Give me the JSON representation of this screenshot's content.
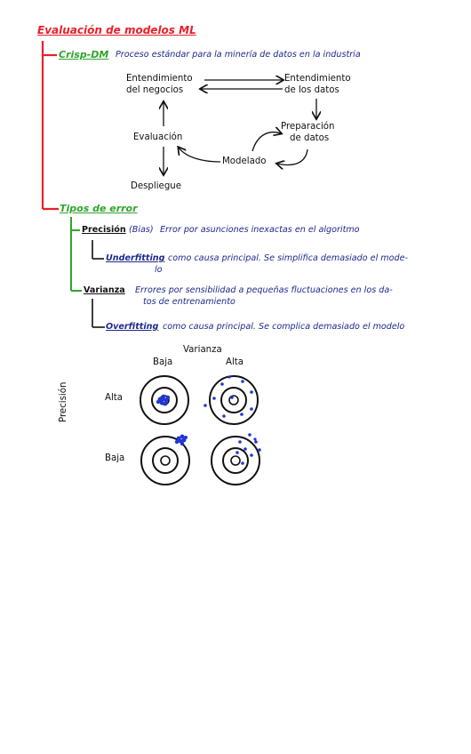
{
  "title": "Evaluación de modelos ML",
  "crisp": {
    "label": "Crisp-DM",
    "description": "Proceso estándar para la minería de datos en la industria",
    "diagram": {
      "business": [
        "Entendimiento",
        "del negocios"
      ],
      "data": [
        "Entendimiento",
        "de los datos"
      ],
      "preparation": [
        "Preparación",
        "de datos"
      ],
      "modeling": "Modelado",
      "evaluation": "Evaluación",
      "deployment": "Despliegue"
    }
  },
  "error_types": {
    "label": "Tipos de error",
    "bias": {
      "term": "Precisión",
      "paren": "(Bias)",
      "description": "Error por asunciones inexactas en el algoritmo",
      "underfit_term": "Underfitting",
      "underfit_description_line1": "como causa principal. Se simplifica demasiado el mode-",
      "underfit_description_line2": "lo"
    },
    "variance": {
      "term": "Varianza",
      "description_line1": "Errores por sensibilidad a pequeñas fluctuaciones en los da-",
      "description_line2": "tos de entrenamiento",
      "overfit_term": "Overfitting",
      "overfit_description": "como causa principal. Se complica demasiado el modelo"
    }
  },
  "targets": {
    "col_axis_label": "Varianza",
    "row_axis_label": "Precisión",
    "col_low": "Baja",
    "col_high": "Alta",
    "row_high": "Alta",
    "row_low": "Baja"
  },
  "colors": {
    "title": "#e8202a",
    "tree_level1": "#2fa52c",
    "tree_level2": "#2fa52c",
    "body_text": "#1f2a8c",
    "dots": "#2136d6"
  }
}
